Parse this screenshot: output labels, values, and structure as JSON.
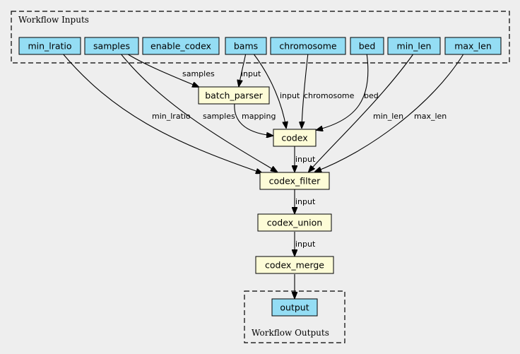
{
  "clusters": {
    "inputs_label": "Workflow Inputs",
    "outputs_label": "Workflow Outputs"
  },
  "nodes": {
    "min_lratio": "min_lratio",
    "samples": "samples",
    "enable_codex": "enable_codex",
    "bams": "bams",
    "chromosome": "chromosome",
    "bed": "bed",
    "min_len": "min_len",
    "max_len": "max_len",
    "batch_parser": "batch_parser",
    "codex": "codex",
    "codex_filter": "codex_filter",
    "codex_union": "codex_union",
    "codex_merge": "codex_merge",
    "output": "output"
  },
  "edge_labels": {
    "samples_to_batch_parser": "samples",
    "bams_to_batch_parser": "input",
    "bams_to_codex": "input",
    "chromosome_to_codex": "chromosome",
    "bed_to_codex": "bed",
    "min_lratio_to_codex_filter": "min_lratio",
    "samples_to_codex_filter": "samples",
    "batch_parser_to_codex": "mapping",
    "min_len_to_codex_filter": "min_len",
    "max_len_to_codex_filter": "max_len",
    "codex_to_codex_filter": "input",
    "codex_filter_to_codex_union": "input",
    "codex_union_to_codex_merge": "input"
  },
  "colors": {
    "input_node": "#94ddf4",
    "step_node": "#fdfcd7",
    "background": "#eeeeee"
  }
}
